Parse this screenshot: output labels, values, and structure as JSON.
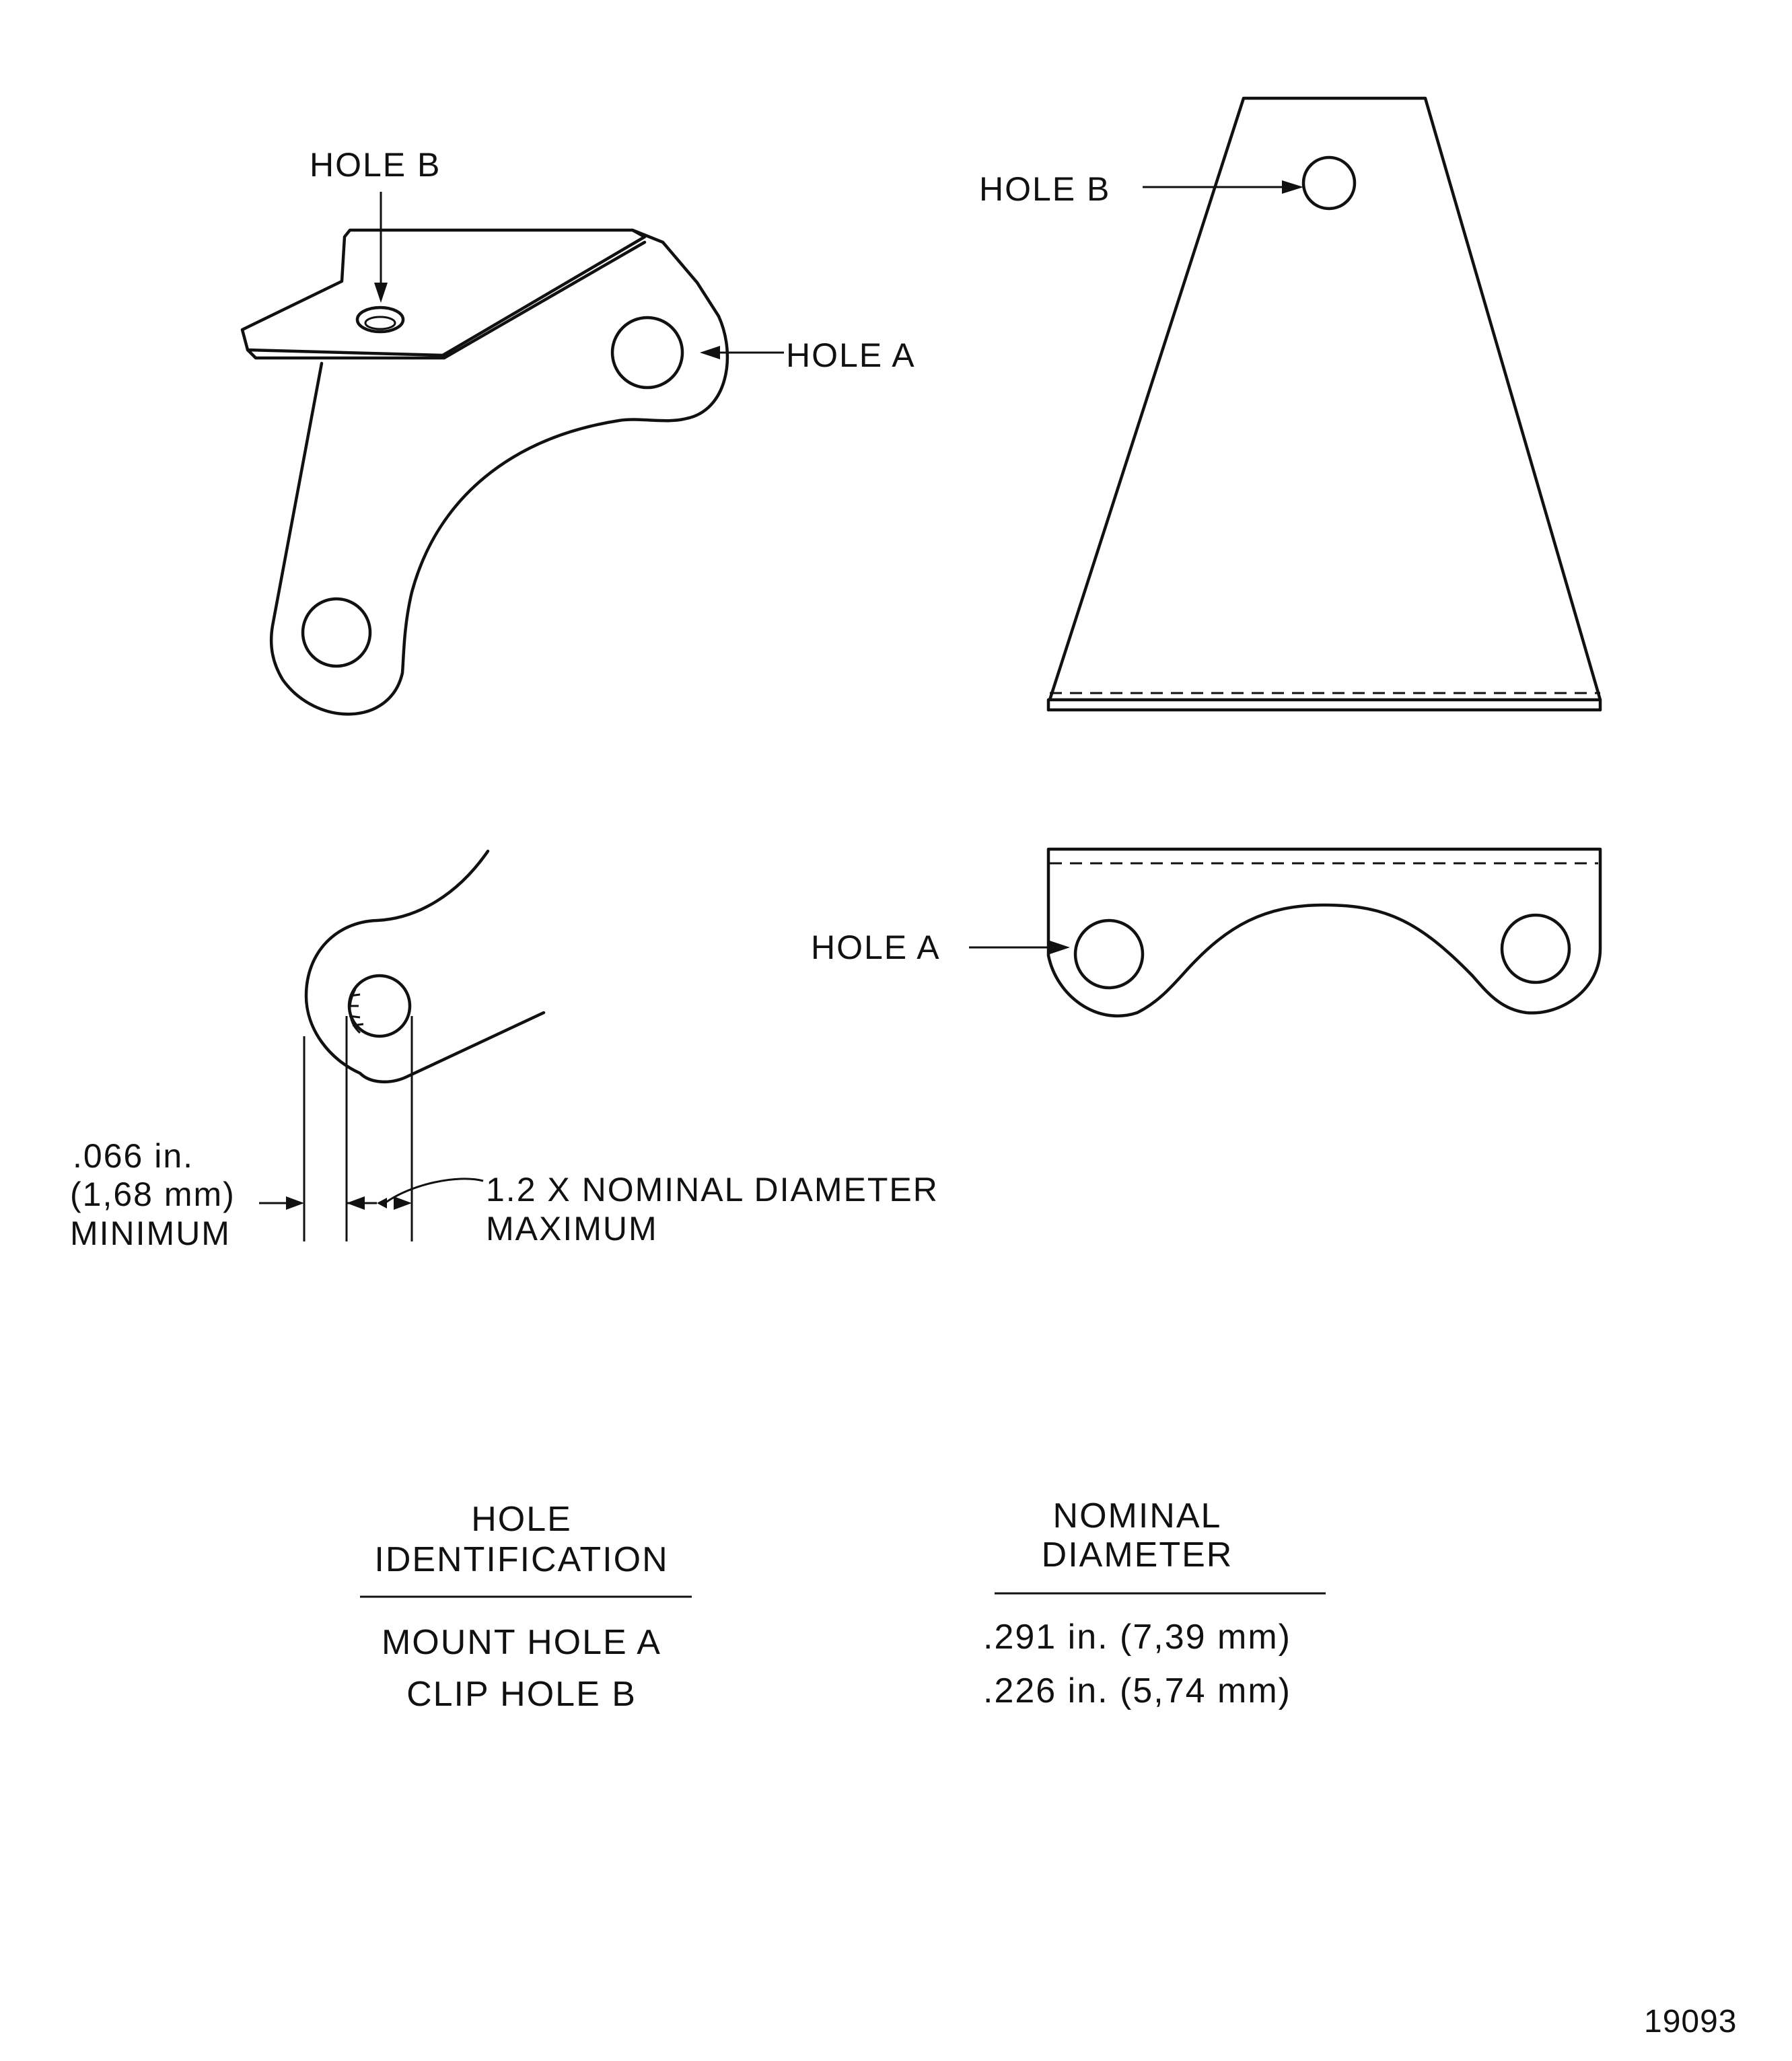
{
  "callouts": {
    "iso_hole_b": "HOLE  B",
    "iso_hole_a": "HOLE  A",
    "top_hole_b": "HOLE  B",
    "side_hole_a": "HOLE  A"
  },
  "detail": {
    "edge_dim_line1": ".066  in.",
    "edge_dim_line2": "(1,68  mm)",
    "edge_dim_line3": "MINIMUM",
    "hole_dim_line1": "1.2  X  NOMINAL  DIAMETER",
    "hole_dim_line2": "MAXIMUM"
  },
  "table": {
    "headers": [
      [
        "HOLE",
        "IDENTIFICATION"
      ],
      [
        "NOMINAL",
        "DIAMETER"
      ]
    ],
    "rows": [
      [
        "MOUNT  HOLE  A",
        ".291  in.  (7,39  mm)"
      ],
      [
        "CLIP  HOLE  B",
        ".226  in.  (5,74  mm)"
      ]
    ]
  },
  "figure_number": "19093"
}
